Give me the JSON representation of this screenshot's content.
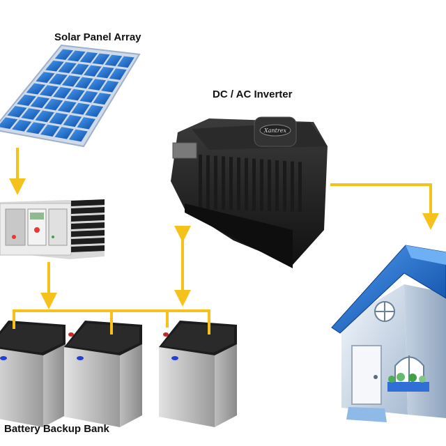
{
  "labels": {
    "solar": "Solar Panel Array",
    "inverter": "DC / AC Inverter",
    "battery": "Battery Backup Bank"
  },
  "inverter_brand": "Xantrex",
  "colors": {
    "wire": "#f5c21b",
    "panel_cell": "#1f6fd1",
    "panel_frame": "#c9d6e6",
    "inverter_body": "#262626",
    "battery_body": "#b9b9b9",
    "battery_top": "#1c1c1c",
    "house_roof": "#1565c0",
    "house_wall": "#dce6f2"
  },
  "icons": [
    "solar-panel-icon",
    "charge-controller-icon",
    "inverter-icon",
    "battery-icon",
    "house-icon"
  ]
}
